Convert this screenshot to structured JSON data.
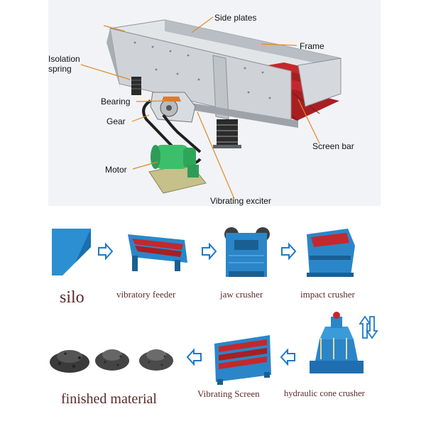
{
  "callouts": {
    "side_plates": "Side plates",
    "frame": "Frame",
    "isolation_spring": "Isolation\nspring",
    "bearing": "Bearing",
    "gear": "Gear",
    "motor": "Motor",
    "screen_bar": "Screen bar",
    "vibrating_exciter": "Vibrating exciter"
  },
  "flow": {
    "silo": "silo",
    "vibratory_feeder": "vibratory feeder",
    "jaw_crusher": "jaw crusher",
    "impact_crusher": "impact crusher",
    "hydraulic_cone_crusher": "hydraulic cone crusher",
    "vibrating_screen": "Vibrating Screen",
    "finished_material": "finished material"
  },
  "colors": {
    "frame_gray": "#c9cdd2",
    "screen_red": "#c4282c",
    "machine_blue": "#2a86c8",
    "motor_green": "#3cbf6a",
    "arrow_blue": "#1e78c8",
    "stone_dark": "#3a3a3a"
  }
}
